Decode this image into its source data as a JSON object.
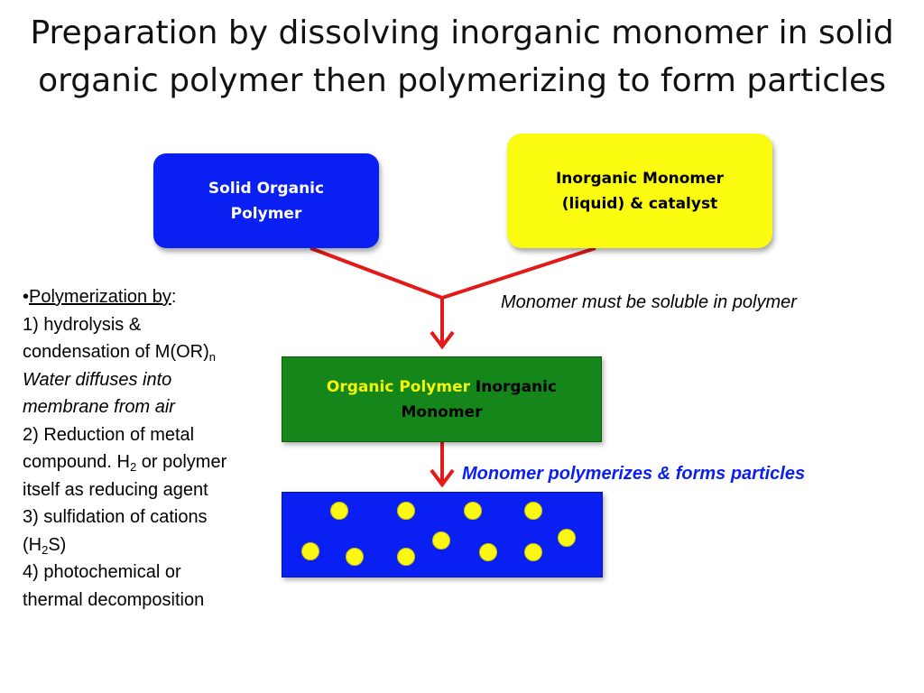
{
  "title": {
    "line1": "Preparation by dissolving inorganic monomer in solid",
    "line2": "organic polymer then polymerizing to form particles"
  },
  "boxes": {
    "solid_polymer": {
      "line1": "Solid Organic",
      "line2": "Polymer"
    },
    "inorganic_monomer": {
      "line1": "Inorganic Monomer",
      "line2": "(liquid) & catalyst"
    },
    "mixture": {
      "part1": "Organic Polymer",
      "part2": "Inorganic",
      "part3": "Monomer"
    }
  },
  "notes": {
    "soluble": "Monomer must be soluble in polymer",
    "forms_particles": "Monomer polymerizes & forms particles"
  },
  "side_list": {
    "bullet": "•",
    "heading": "Polymerization by",
    "heading_colon": ":",
    "item1_a": "1) hydrolysis &",
    "item1_b": "condensation of M(OR)",
    "item1_b_sub": "n",
    "item1_c": "Water diffuses into",
    "item1_d": "membrane from air",
    "item2_a": "2) Reduction of metal",
    "item2_b_pre": "compound. H",
    "item2_b_sub": "2",
    "item2_b_post": " or polymer",
    "item2_c": "itself as reducing agent",
    "item3_a": "3) sulfidation of cations",
    "item3_b_pre": "(H",
    "item3_b_sub": "2",
    "item3_b_post": "S)",
    "item4_a": "4) photochemical or",
    "item4_b": "thermal decomposition"
  },
  "colors": {
    "polymer_blue": "#0a1ff2",
    "monomer_yellow": "#fbfb10",
    "mixture_green": "#14861a",
    "arrow_red": "#e31a1a",
    "particle_yellow": "#fbf714"
  }
}
